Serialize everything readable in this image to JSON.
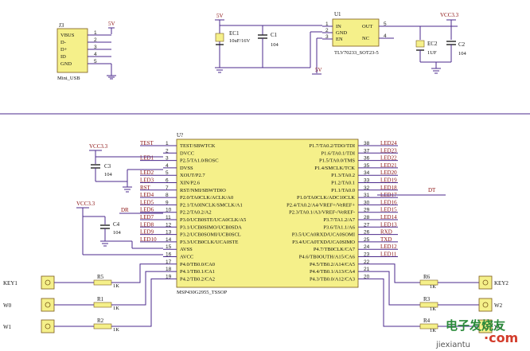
{
  "usb": {
    "ref": "J3",
    "name": "Mini_USB",
    "pins": [
      "VBUS",
      "D-",
      "D+",
      "ID",
      "GND"
    ],
    "pin_numbers": [
      "1",
      "2",
      "3",
      "4",
      "5"
    ],
    "supply": "5V"
  },
  "regulator": {
    "ref": "U1",
    "name": "TLV70233_SOT23-5",
    "left_pins": [
      "IN",
      "GND",
      "EN"
    ],
    "left_numbers": [
      "1",
      "2",
      "3"
    ],
    "right_pins": [
      "OUT",
      "NC"
    ],
    "right_numbers": [
      "5",
      "4"
    ],
    "input_supply": "5V",
    "en_supply": "5V",
    "output_supply": "VCC3.3"
  },
  "caps_top": [
    {
      "ref": "EC1",
      "value": "10uF/16V"
    },
    {
      "ref": "C1",
      "value": "104"
    },
    {
      "ref": "EC2",
      "value": "1UF"
    },
    {
      "ref": "C2",
      "value": "104"
    }
  ],
  "mcu": {
    "ref": "U?",
    "name": "MSP430G2955_TSSOP",
    "left_pins": [
      {
        "num": "1",
        "label": "TEST/SBWTCK",
        "net": "TEST"
      },
      {
        "num": "2",
        "label": "DVCC",
        "net": ""
      },
      {
        "num": "3",
        "label": "P2.5/TA1.0/ROSC",
        "net": "LED1"
      },
      {
        "num": "4",
        "label": "DVSS",
        "net": ""
      },
      {
        "num": "5",
        "label": "XOUT/P2.7",
        "net": "LED2"
      },
      {
        "num": "6",
        "label": "XIN/P2.6",
        "net": "LED3"
      },
      {
        "num": "7",
        "label": "RST/NMI/SBWTDIO",
        "net": "RST"
      },
      {
        "num": "8",
        "label": "P2.0/TA0CLK/ACLK/A0",
        "net": "LED4"
      },
      {
        "num": "9",
        "label": "P2.1/TA0INCLK/SMCLK/A1",
        "net": "LED5"
      },
      {
        "num": "10",
        "label": "P2.2/TA0.2/A2",
        "net": "LED6"
      },
      {
        "num": "11",
        "label": "P3.0/UCB0STE/UCA0CLK/A5",
        "net": "LED7"
      },
      {
        "num": "12",
        "label": "P3.1/UCB0SIMO/UCB0SDA",
        "net": "LED8"
      },
      {
        "num": "13",
        "label": "P3.2/UCB0SOMI/UCB0SCL",
        "net": "LED9"
      },
      {
        "num": "14",
        "label": "P3.3/UCB0CLK/UCA0STE",
        "net": "LED10"
      },
      {
        "num": "15",
        "label": "AVSS",
        "net": ""
      },
      {
        "num": "16",
        "label": "AVCC",
        "net": ""
      },
      {
        "num": "17",
        "label": "P4.0/TB0.0/CA0",
        "net": ""
      },
      {
        "num": "18",
        "label": "P4.1/TB0.1/CA1",
        "net": ""
      },
      {
        "num": "19",
        "label": "P4.2/TB0.2/CA2",
        "net": ""
      }
    ],
    "right_pins": [
      {
        "num": "38",
        "label": "P1.7/TA0.2/TDO/TDI",
        "net": "LED24"
      },
      {
        "num": "37",
        "label": "P1.6/TA0.1/TDI",
        "net": "LED23"
      },
      {
        "num": "36",
        "label": "P1.5/TA0.0/TMS",
        "net": "LED22"
      },
      {
        "num": "35",
        "label": "P1.4/SMCLK/TCK",
        "net": "LED21"
      },
      {
        "num": "34",
        "label": "P1.3/TA0.2",
        "net": "LED20"
      },
      {
        "num": "33",
        "label": "P1.2/TA0.1",
        "net": "LED19"
      },
      {
        "num": "32",
        "label": "P1.1/TA0.0",
        "net": "LED18"
      },
      {
        "num": "31",
        "label": "P1.0/TA0CLK/ADC10CLK",
        "net": "LED17"
      },
      {
        "num": "30",
        "label": "P2.4/TA0.2/A4/VREF+/VeREF+",
        "net": "LED16"
      },
      {
        "num": "29",
        "label": "P2.3/TA0.1/A3/VREF-/VeREF-",
        "net": "LED15"
      },
      {
        "num": "28",
        "label": "P3.7/TA1.2/A7",
        "net": "LED14"
      },
      {
        "num": "27",
        "label": "P3.6/TA1.1/A6",
        "net": "LED13"
      },
      {
        "num": "26",
        "label": "P3.5/UCA0RXD/UCA0SOMI",
        "net": "RXD"
      },
      {
        "num": "25",
        "label": "P3.4/UCA0TXD/UCA0SIMO",
        "net": "TXD"
      },
      {
        "num": "24",
        "label": "P4.7/TB0CLK/CA7",
        "net": "LED12"
      },
      {
        "num": "23",
        "label": "P4.6/TB0OUTH/A15/CA6",
        "net": "LED11"
      },
      {
        "num": "22",
        "label": "P4.5/TB0.2/A14/CA5",
        "net": ""
      },
      {
        "num": "21",
        "label": "P4.4/TB0.1/A13/CA4",
        "net": ""
      },
      {
        "num": "20",
        "label": "P4.3/TB0.0/A12/CA3",
        "net": ""
      }
    ]
  },
  "nets": {
    "vcc_a": "VCC3.3",
    "vcc_b": "VCC3.3",
    "dr": "DR",
    "dt": "DT"
  },
  "caps_mid": [
    {
      "ref": "C3",
      "value": "104"
    },
    {
      "ref": "C4",
      "value": "104"
    }
  ],
  "left_keys": [
    {
      "label": "KEY1",
      "res_ref": "R5",
      "res_val": "1K"
    },
    {
      "label": "W0",
      "res_ref": "R1",
      "res_val": "1K"
    },
    {
      "label": "W1",
      "res_ref": "R2",
      "res_val": "1K"
    }
  ],
  "right_keys": [
    {
      "label": "KEY2",
      "res_ref": "R6",
      "res_val": "1K"
    },
    {
      "label": "W2",
      "res_ref": "R3",
      "res_val": "1K"
    },
    {
      "label": "W3",
      "res_ref": "R4",
      "res_val": "1K"
    }
  ],
  "watermark": {
    "cn": "电子发烧友",
    "en": "jiexiantu",
    "domain": "·com"
  }
}
